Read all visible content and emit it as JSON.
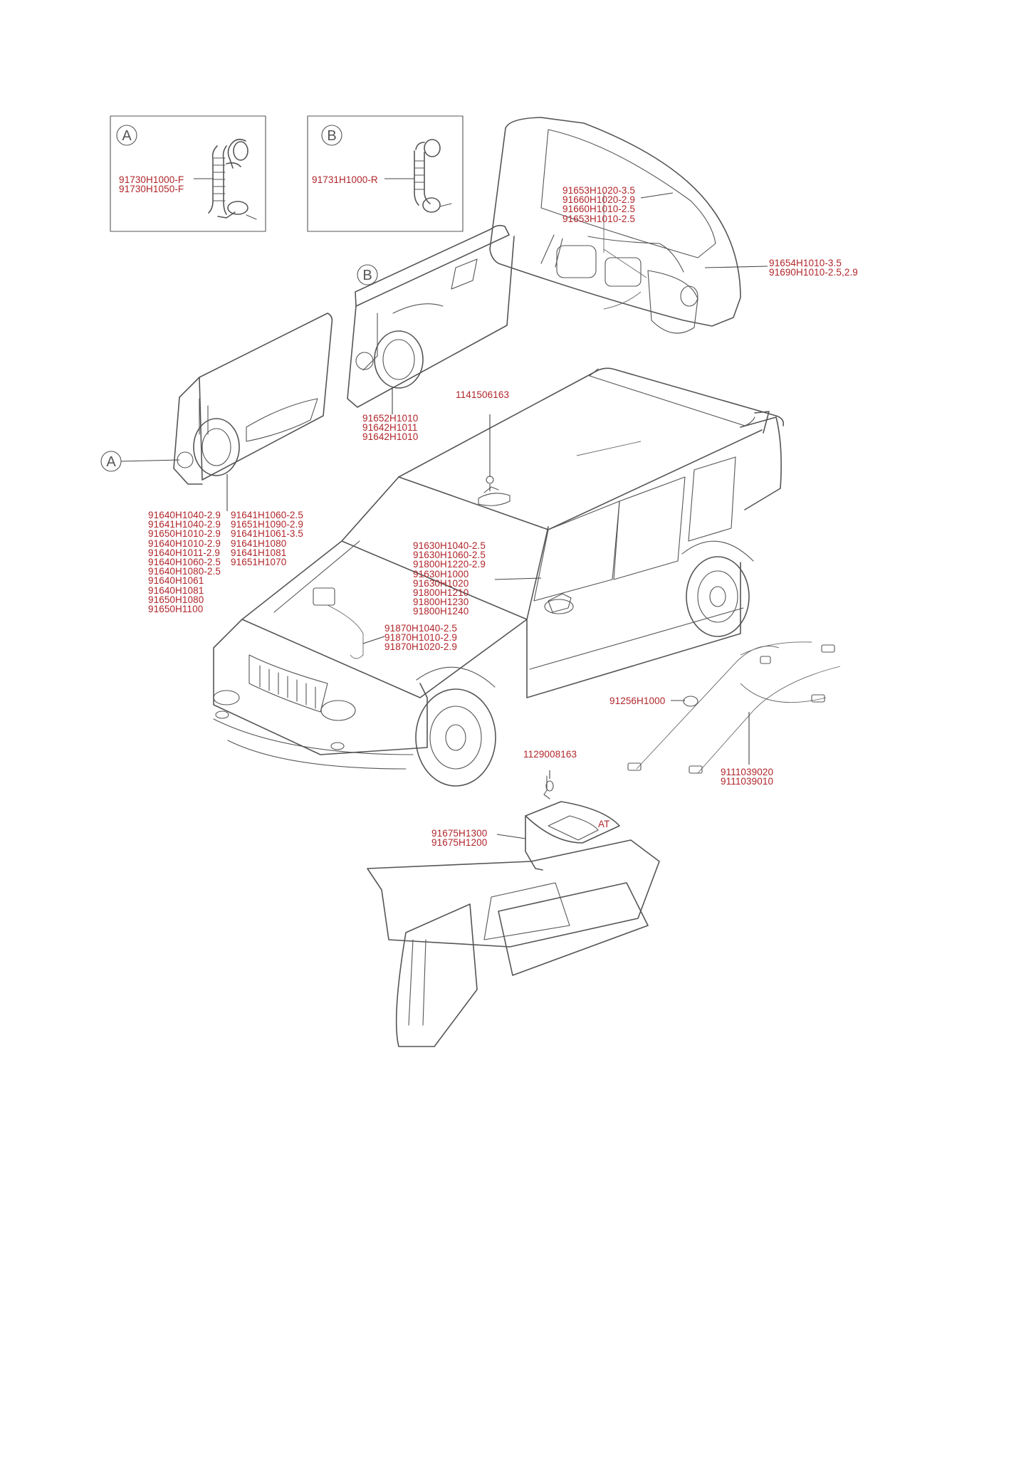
{
  "callouts": {
    "a": "A",
    "b": "B",
    "a_main": "A",
    "b_main": "B"
  },
  "labels": {
    "insetA": [
      "91730H1000-F",
      "91730H1050-F"
    ],
    "insetB": [
      "91731H1000-R"
    ],
    "tailgateUpper": [
      "91653H1020-3.5",
      "91660H1020-2.9",
      "91660H1010-2.5",
      "91653H1010-2.5"
    ],
    "tailgateRight": [
      "91654H1010-3.5",
      "91690H1010-2.5,2.9"
    ],
    "rearDoor": [
      "91652H1010",
      "91642H1011",
      "91642H1010"
    ],
    "roofBolt": [
      "1141506163"
    ],
    "frontDoorLeft": [
      "91640H1040-2.9",
      "91641H1040-2.9",
      "91650H1010-2.9",
      "91640H1010-2.9",
      "91640H1011-2.9",
      "91640H1060-2.5",
      "91640H1080-2.5",
      "91640H1061",
      "91640H1081",
      "91650H1080",
      "91650H1100"
    ],
    "frontDoorRight": [
      "91641H1060-2.5",
      "91651H1090-2.9",
      "91641H1061-3.5",
      "91641H1080",
      "91641H1081",
      "91651H1070"
    ],
    "roof": [
      "91630H1040-2.5",
      "91630H1060-2.5",
      "91800H1220-2.9",
      "91630H1000",
      "91630H1020",
      "91800H1210",
      "91800H1230",
      "91800H1240"
    ],
    "hood": [
      "91870H1040-2.5",
      "91870H1010-2.9",
      "91870H1020-2.9"
    ],
    "connector": [
      "91256H1000"
    ],
    "harness": [
      "9111039020",
      "9111039010"
    ],
    "floorBolt": [
      "1129008163"
    ],
    "floor": [
      "91675H1300",
      "91675H1200"
    ],
    "at": [
      "AT"
    ]
  }
}
